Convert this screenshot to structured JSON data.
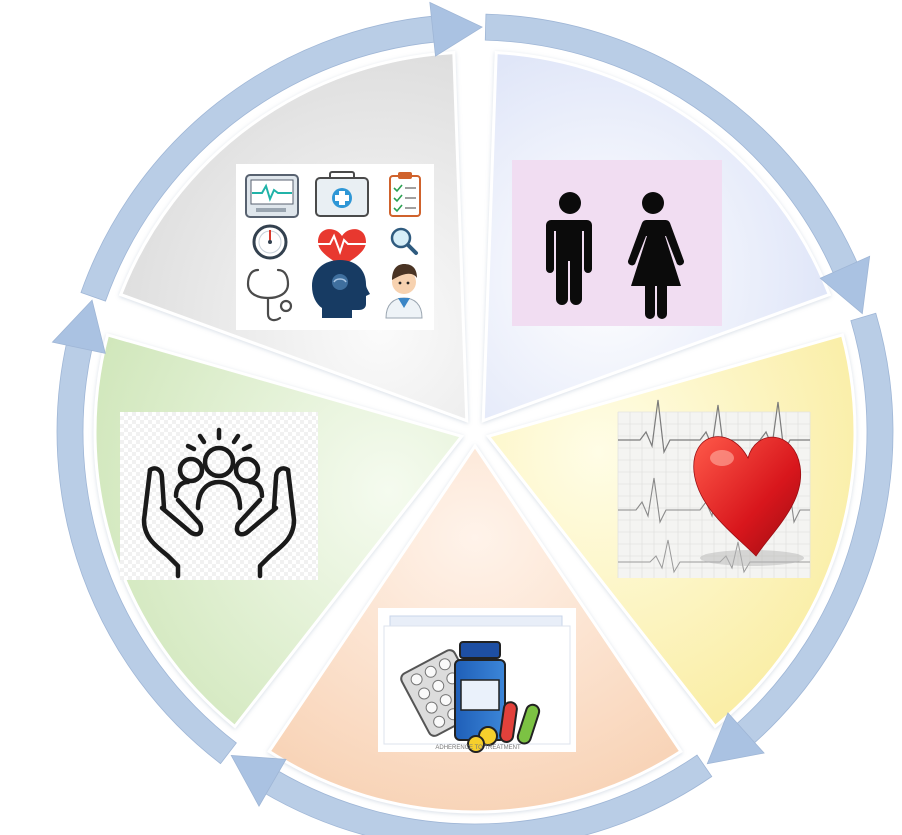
{
  "colors": {
    "ring": "#b9cde6",
    "ring_edge": "#9fb6d6",
    "arrowhead": "#aac2e2",
    "gap_white": "#ffffff"
  },
  "segments": [
    {
      "id": "patient-gender",
      "fill": "#dfe6f8",
      "icon": "male-female-icon",
      "panel_fill": "#f2def4"
    },
    {
      "id": "heart-health",
      "fill": "#fbf0ad",
      "icon": "heart-ecg-icon",
      "panel_fill": "#ffffff"
    },
    {
      "id": "medication",
      "fill": "#f9d6bc",
      "icon": "medication-icon",
      "panel_fill": "#ffffff"
    },
    {
      "id": "community-care",
      "fill": "#d9ebc8",
      "icon": "hands-people-icon",
      "panel_fill": "#ffffff"
    },
    {
      "id": "medical-tools",
      "fill": "#e2e2e2",
      "icon": "medical-icons-grid",
      "panel_fill": "#ffffff"
    }
  ],
  "medication_caption": "ADHERENCE TO TREATMENT"
}
